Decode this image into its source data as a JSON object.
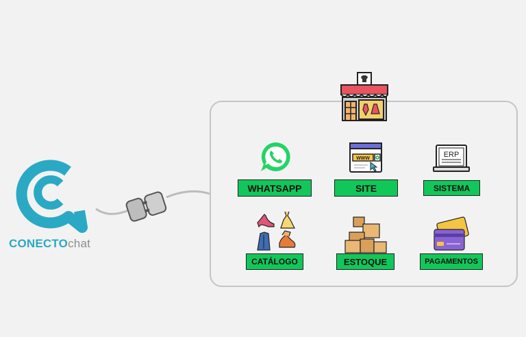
{
  "brand": {
    "name_bold": "CONECTO",
    "name_light": "chat",
    "accent_color": "#2aa9c4",
    "logo_icon": "chat-bubble-c-icon"
  },
  "connector_icon": "plug-icon",
  "store_icon": "storefront-icon",
  "integrations": [
    {
      "label": "WHATSAPP",
      "icon": "whatsapp-icon"
    },
    {
      "label": "SITE",
      "icon": "browser-www-icon",
      "icon_text": "WWW"
    },
    {
      "label": "SISTEMA",
      "icon": "erp-monitor-icon",
      "icon_text": "ERP"
    },
    {
      "label": "CATÁLOGO",
      "icon": "clothing-catalog-icon"
    },
    {
      "label": "ESTOQUE",
      "icon": "boxes-stock-icon"
    },
    {
      "label": "PAGAMENTOS",
      "icon": "credit-cards-icon"
    }
  ],
  "label_color": "#12c75a"
}
